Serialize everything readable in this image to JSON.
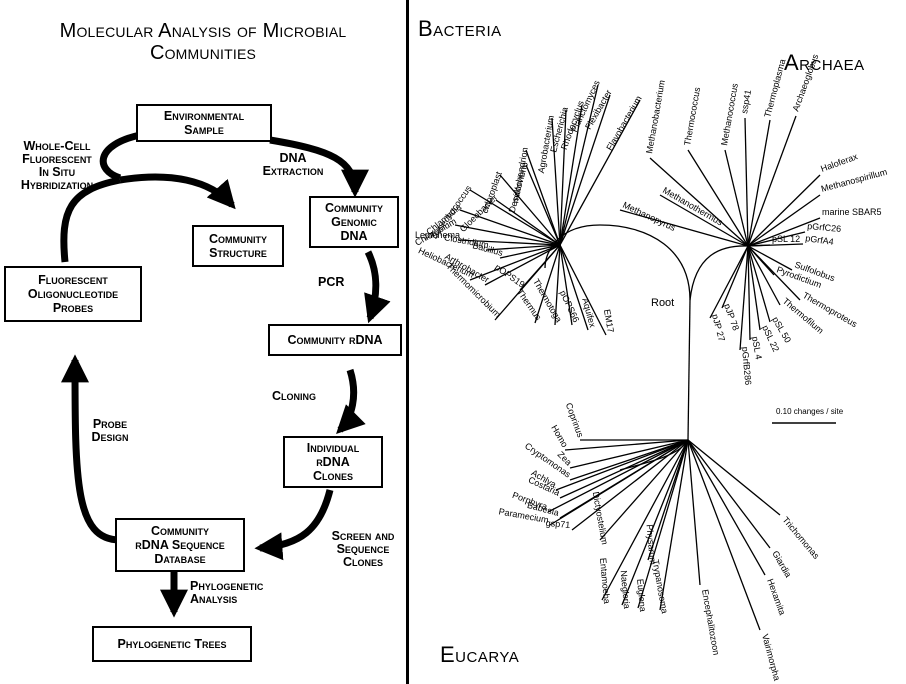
{
  "flowchart": {
    "title_line1": "Molecular Analysis of Microbial",
    "title_line2": "Communities",
    "boxes": {
      "environmental_sample": "Environmental\nSample",
      "community_structure": "Community\nStructure",
      "community_genomic_dna": "Community\nGenomic\nDNA",
      "community_rdna": "Community rDNA",
      "individual_rdna_clones": "Individual\nrDNA\nClones",
      "sequence_database": "Community\nrDNA Sequence\nDatabase",
      "fluorescent_probes": "Fluorescent\nOligonucleotide\nProbes",
      "phylogenetic_trees": "Phylogenetic Trees"
    },
    "labels": {
      "whole_cell": "Whole-Cell\nFluorescent\nIn Situ\nHybridization",
      "dna_extraction": "DNA\nExtraction",
      "pcr": "PCR",
      "cloning": "Cloning",
      "probe_design": "Probe\nDesign",
      "screen_sequence": "Screen and\nSequence\nClones",
      "phylogenetic_analysis": "Phylogenetic\nAnalysis"
    }
  },
  "tree": {
    "domains": {
      "bacteria": "Bacteria",
      "archaea": "Archaea",
      "eucarya": "Eucarya"
    },
    "root_label": "Root",
    "scale_label": "0.10 changes / site",
    "bacteria_taxa": [
      "Flavobacterium",
      "Flexibacter",
      "Planctomyces",
      "Rhodocyclus",
      "Escherichia",
      "Agrobacterium",
      "mitochondrion",
      "Desulfovibrio",
      "chloroplast",
      "Synechococcus",
      "Gloeobacter",
      "Chlamydia",
      "Chlorobium",
      "Leptonema",
      "Clostridium",
      "Bacillus",
      "Heliobacterium",
      "Arthrobacter",
      "pOPS19",
      "Thermomicrobium",
      "Thermus",
      "Thermotoga",
      "pOPS66",
      "Aquifex",
      "EM17"
    ],
    "archaea_taxa": [
      "Archaeoglobus",
      "Thermoplasma",
      "Methanococcus",
      "Thermococcus",
      "Methanobacterium",
      "ssp41",
      "Haloferax",
      "Methanospirillum",
      "marine SBAR5",
      "pGrfC26",
      "pGrfA4",
      "Methanothermus",
      "Methanopyrus",
      "pSL 12",
      "Sulfolobus",
      "Pyrodictium",
      "Thermoproteus",
      "Thermofilum",
      "pSL 50",
      "pSL 22",
      "pJP 78",
      "pJP 27",
      "pSL 4",
      "pGrfB286"
    ],
    "eucarya_taxa": [
      "Coprinus",
      "Homo",
      "Zea",
      "Cryptomonas",
      "Achlya",
      "Costaria",
      "Porphyra",
      "Babesia",
      "Paramecium",
      "gsp71",
      "Dictyostelium",
      "Entamoeba",
      "Naegleria",
      "Euglena",
      "Physarum",
      "Trypanosoma",
      "Encephalitozoon",
      "Vairimorpha",
      "Hexamita",
      "Giardia",
      "Trichomonas"
    ]
  }
}
